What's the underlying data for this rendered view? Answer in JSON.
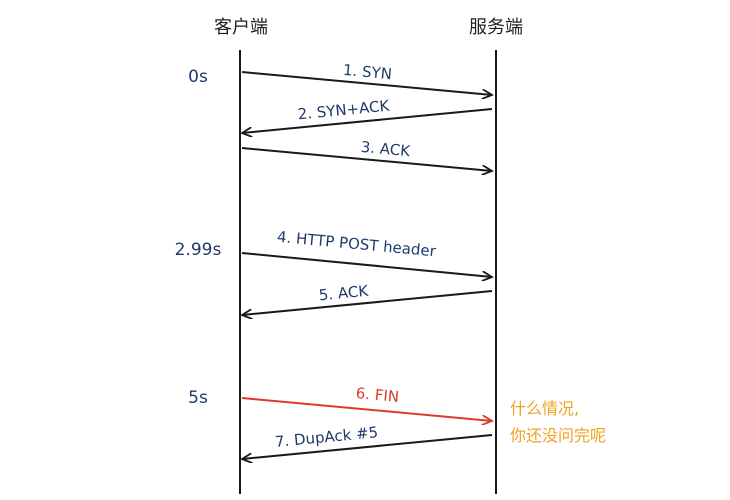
{
  "lanes": {
    "client": "客户端",
    "server": "服务端"
  },
  "times": [
    "0s",
    "2.99s",
    "5s"
  ],
  "messages": [
    {
      "label": "1. SYN",
      "direction": "client-to-server",
      "color": "#1a1a1a",
      "label_color": "#1f3a6b"
    },
    {
      "label": "2. SYN+ACK",
      "direction": "server-to-client",
      "color": "#1a1a1a",
      "label_color": "#1f3a6b"
    },
    {
      "label": "3. ACK",
      "direction": "client-to-server",
      "color": "#1a1a1a",
      "label_color": "#1f3a6b"
    },
    {
      "label": "4. HTTP POST header",
      "direction": "client-to-server",
      "color": "#1a1a1a",
      "label_color": "#1f3a6b"
    },
    {
      "label": "5. ACK",
      "direction": "server-to-client",
      "color": "#1a1a1a",
      "label_color": "#1f3a6b"
    },
    {
      "label": "6. FIN",
      "direction": "client-to-server",
      "color": "#e0392b",
      "label_color": "#e0392b"
    },
    {
      "label": "7. DupAck #5",
      "direction": "server-to-client",
      "color": "#1a1a1a",
      "label_color": "#1f3a6b"
    }
  ],
  "note": {
    "line1": "什么情况,",
    "line2": "你还没问完呢",
    "color": "#f0a020"
  }
}
